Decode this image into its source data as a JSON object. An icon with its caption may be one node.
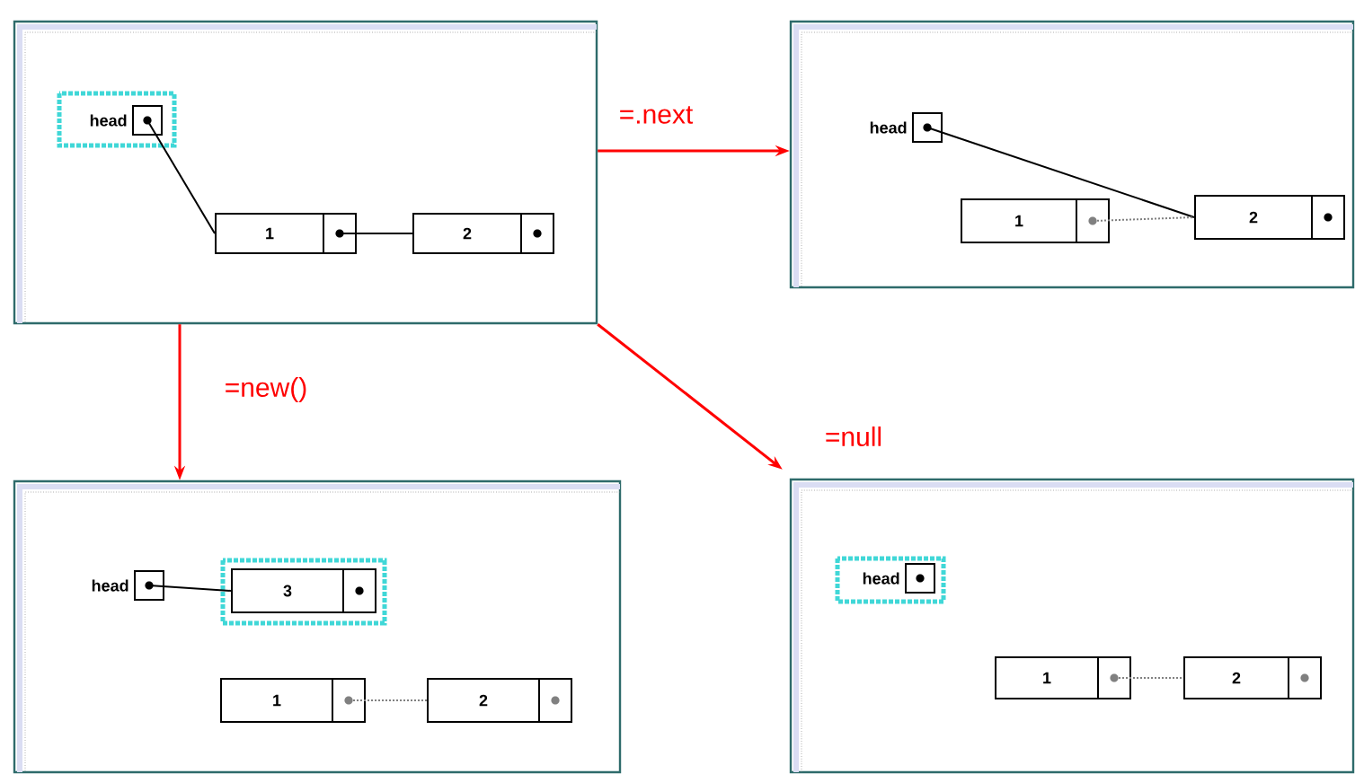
{
  "diagram": {
    "nodes": [
      {
        "text": [],
        "shape": "box"
      },
      {
        "text": [
          "head"
        ],
        "in": 0
      },
      {
        "text": [
          "1"
        ],
        "in": 0
      },
      {
        "text": [
          "2"
        ],
        "in": 0
      },
      {
        "text": [],
        "shape": "box"
      },
      {
        "text": [
          "head"
        ],
        "in": 4
      },
      {
        "text": [
          "1"
        ],
        "in": 4
      },
      {
        "text": [
          "2"
        ],
        "in": 4
      },
      {
        "text": [],
        "shape": "box"
      },
      {
        "text": [
          "head"
        ],
        "in": 8
      },
      {
        "text": [
          "3"
        ],
        "in": 8
      },
      {
        "text": [
          "1"
        ],
        "in": 8
      },
      {
        "text": [
          "2"
        ],
        "in": 8
      },
      {
        "text": [],
        "shape": "box"
      },
      {
        "text": [
          "head"
        ],
        "in": 13
      },
      {
        "text": [
          "1"
        ],
        "in": 13
      },
      {
        "text": [
          "2"
        ],
        "in": 13
      }
    ],
    "edges": [
      {
        "from": 1,
        "to": 2,
        "arrow": "none"
      },
      {
        "from": 2,
        "to": 3,
        "arrow": "none"
      },
      {
        "from": 5,
        "to": 7,
        "arrow": "none"
      },
      {
        "from": 6,
        "to": 7,
        "arrow": "none",
        "style": "dashed",
        "color": "#808080"
      },
      {
        "from": 9,
        "to": 10,
        "arrow": "none"
      },
      {
        "from": 11,
        "to": 12,
        "arrow": "none",
        "style": "dashed",
        "color": "#808080"
      },
      {
        "from": 15,
        "to": 16,
        "arrow": "none",
        "style": "dashed",
        "color": "#808080"
      },
      {
        "from": 0,
        "to": 4,
        "arrow": "to",
        "label": "=.next",
        "color": "#ff0000"
      },
      {
        "from": 0,
        "to": 8,
        "arrow": "to",
        "label": "=new()",
        "color": "#ff0000"
      },
      {
        "from": 0,
        "to": 13,
        "arrow": "to",
        "label": "=null",
        "color": "#ff0000"
      }
    ]
  }
}
